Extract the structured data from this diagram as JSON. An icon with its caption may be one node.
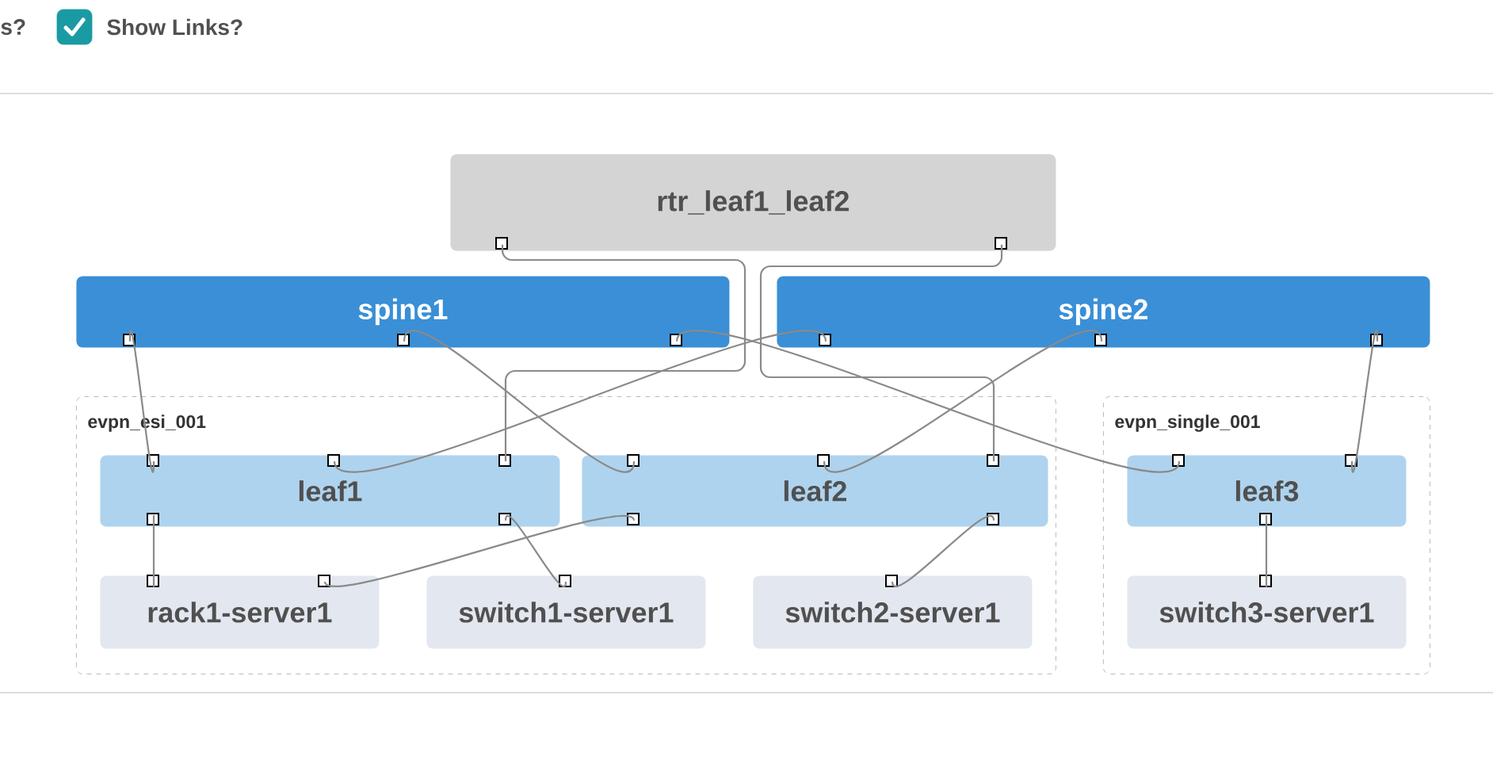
{
  "diagram": {
    "nodes": [
      {
        "text": [
          "rtr_leaf1_leaf2"
        ]
      },
      {
        "text": [
          "spine1"
        ]
      },
      {
        "text": [
          "spine2"
        ]
      },
      {
        "text": [
          "evpn_esi_001"
        ]
      },
      {
        "text": [
          "leaf1"
        ],
        "in": 3
      },
      {
        "text": [
          "leaf2"
        ],
        "in": 3
      },
      {
        "text": [
          "rack1-server1"
        ],
        "in": 3
      },
      {
        "text": [
          "switch1-server1"
        ],
        "in": 3
      },
      {
        "text": [
          "switch2-server1"
        ],
        "in": 3
      },
      {
        "text": [
          "evpn_single_001"
        ]
      },
      {
        "text": [
          "leaf3"
        ],
        "in": 9
      },
      {
        "text": [
          "switch3-server1"
        ],
        "in": 9
      }
    ],
    "edges": [
      {
        "from": 0,
        "to": 4,
        "arrow": "none"
      },
      {
        "from": 0,
        "to": 5,
        "arrow": "none"
      },
      {
        "from": 1,
        "to": 4,
        "arrow": "none"
      },
      {
        "from": 1,
        "to": 5,
        "arrow": "none"
      },
      {
        "from": 1,
        "to": 10,
        "arrow": "none"
      },
      {
        "from": 2,
        "to": 4,
        "arrow": "none"
      },
      {
        "from": 2,
        "to": 5,
        "arrow": "none"
      },
      {
        "from": 2,
        "to": 10,
        "arrow": "none"
      },
      {
        "from": 4,
        "to": 6,
        "arrow": "none"
      },
      {
        "from": 4,
        "to": 7,
        "arrow": "none"
      },
      {
        "from": 5,
        "to": 6,
        "arrow": "none"
      },
      {
        "from": 5,
        "to": 8,
        "arrow": "none"
      },
      {
        "from": 10,
        "to": 11,
        "arrow": "none"
      }
    ],
    "labels": [
      "s?",
      "Show Links?"
    ]
  }
}
